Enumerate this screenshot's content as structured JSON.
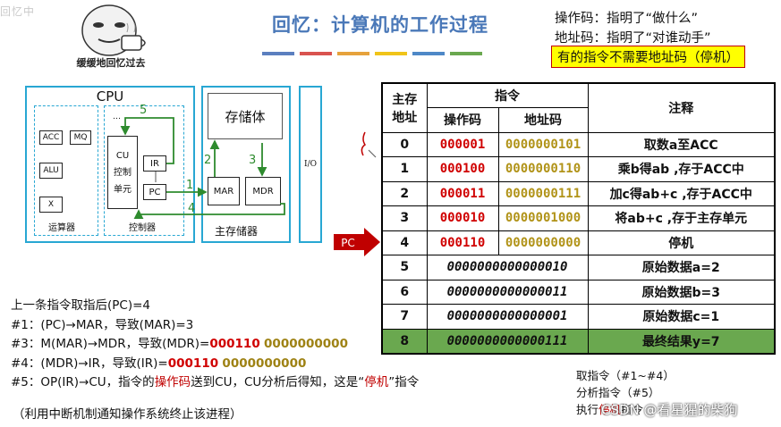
{
  "watermark_text": "回忆中",
  "meme_caption": "缓缓地回忆过去",
  "title": "回忆：计算机的工作过程",
  "title_bar_colors": [
    "#5b7fbf",
    "#d9534f",
    "#e6a23c",
    "#f0c419",
    "#4e88c7",
    "#6aa84f"
  ],
  "notes": {
    "line1": "操作码：指明了“做什么”",
    "line2": "地址码：指明了“对谁动手”",
    "highlight": "有的指令不需要地址码（停机）"
  },
  "cpu": {
    "label": "CPU",
    "acc": "ACC",
    "mq": "MQ",
    "alu": "ALU",
    "x": "X",
    "alu_group": "运算器",
    "cu": "CU",
    "ctrl1": "控制",
    "ctrl2": "单元",
    "ir": "IR",
    "pc": "PC",
    "ctrl_group": "控制器",
    "dots": "…"
  },
  "memory": {
    "storage": "存储体",
    "mar": "MAR",
    "mdr": "MDR",
    "label": "主存储器",
    "io": "I/O"
  },
  "arrows": {
    "a1": "1",
    "a2": "2",
    "a3": "3",
    "a4": "4",
    "a5": "5"
  },
  "pc_pointer": "PC",
  "explain": {
    "l0": "上一条指令取指后(PC)=4",
    "l1": "#1：(PC)→MAR，导致(MAR)=3",
    "l2a": "#3：M(MAR)→MDR，导致(MDR)=",
    "l2op": "000110",
    "l2ad": "0000000000",
    "l3a": "#4：(MDR)→IR，导致(IR)=",
    "l3op": "000110",
    "l3ad": "0000000000",
    "l4a": "#5：OP(IR)→CU，指令的",
    "l4b": "操作码",
    "l4c": "送到CU，CU分析后得知，这是“",
    "l4d": "停机",
    "l4e": "”指令",
    "foot": "（利用中断机制通知操作系统终止该进程）"
  },
  "table": {
    "h_addr_1": "主存",
    "h_addr_2": "地址",
    "h_instr": "指令",
    "h_op": "操作码",
    "h_ad": "地址码",
    "h_note": "注释",
    "rows": [
      {
        "addr": "0",
        "op": "000001",
        "ad": "0000000101",
        "note": "取数a至ACC"
      },
      {
        "addr": "1",
        "op": "000100",
        "ad": "0000000110",
        "note": "乘b得ab ,存于ACC中"
      },
      {
        "addr": "2",
        "op": "000011",
        "ad": "0000000111",
        "note": "加c得ab+c ,存于ACC中"
      },
      {
        "addr": "3",
        "op": "000010",
        "ad": "0000001000",
        "note": "将ab+c ,存于主存单元"
      },
      {
        "addr": "4",
        "op": "000110",
        "ad": "0000000000",
        "note": "停机"
      }
    ],
    "data_rows": [
      {
        "addr": "5",
        "data": "0000000000000010",
        "note": "原始数据a=2"
      },
      {
        "addr": "6",
        "data": "0000000000000011",
        "note": "原始数据b=3"
      },
      {
        "addr": "7",
        "data": "0000000000000001",
        "note": "原始数据c=1"
      },
      {
        "addr": "8",
        "data": "0000000000000111",
        "note": "最终结果y=7"
      }
    ]
  },
  "steps": {
    "s1": "取指令（#1~#4）",
    "s2": "分析指令（#5）",
    "s3a": "执行",
    "s3b": "停机",
    "s3c": "指令"
  },
  "csdn": "CSDN @看星猩的柴狗"
}
